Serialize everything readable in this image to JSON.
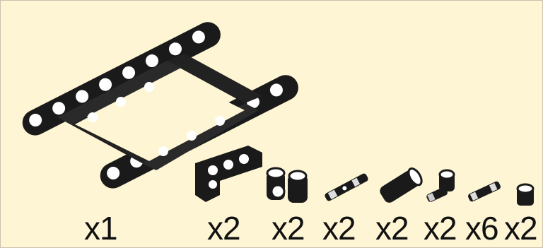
{
  "parts": [
    {
      "name": "frame",
      "quantity": "x1"
    },
    {
      "name": "l-beam",
      "quantity": "x2"
    },
    {
      "name": "double-connector",
      "quantity": "x2"
    },
    {
      "name": "axle-pin",
      "quantity": "x2"
    },
    {
      "name": "tube-bushing",
      "quantity": "x2"
    },
    {
      "name": "angle-connector",
      "quantity": "x2"
    },
    {
      "name": "short-pin",
      "quantity": "x6"
    },
    {
      "name": "bush",
      "quantity": "x2"
    }
  ]
}
